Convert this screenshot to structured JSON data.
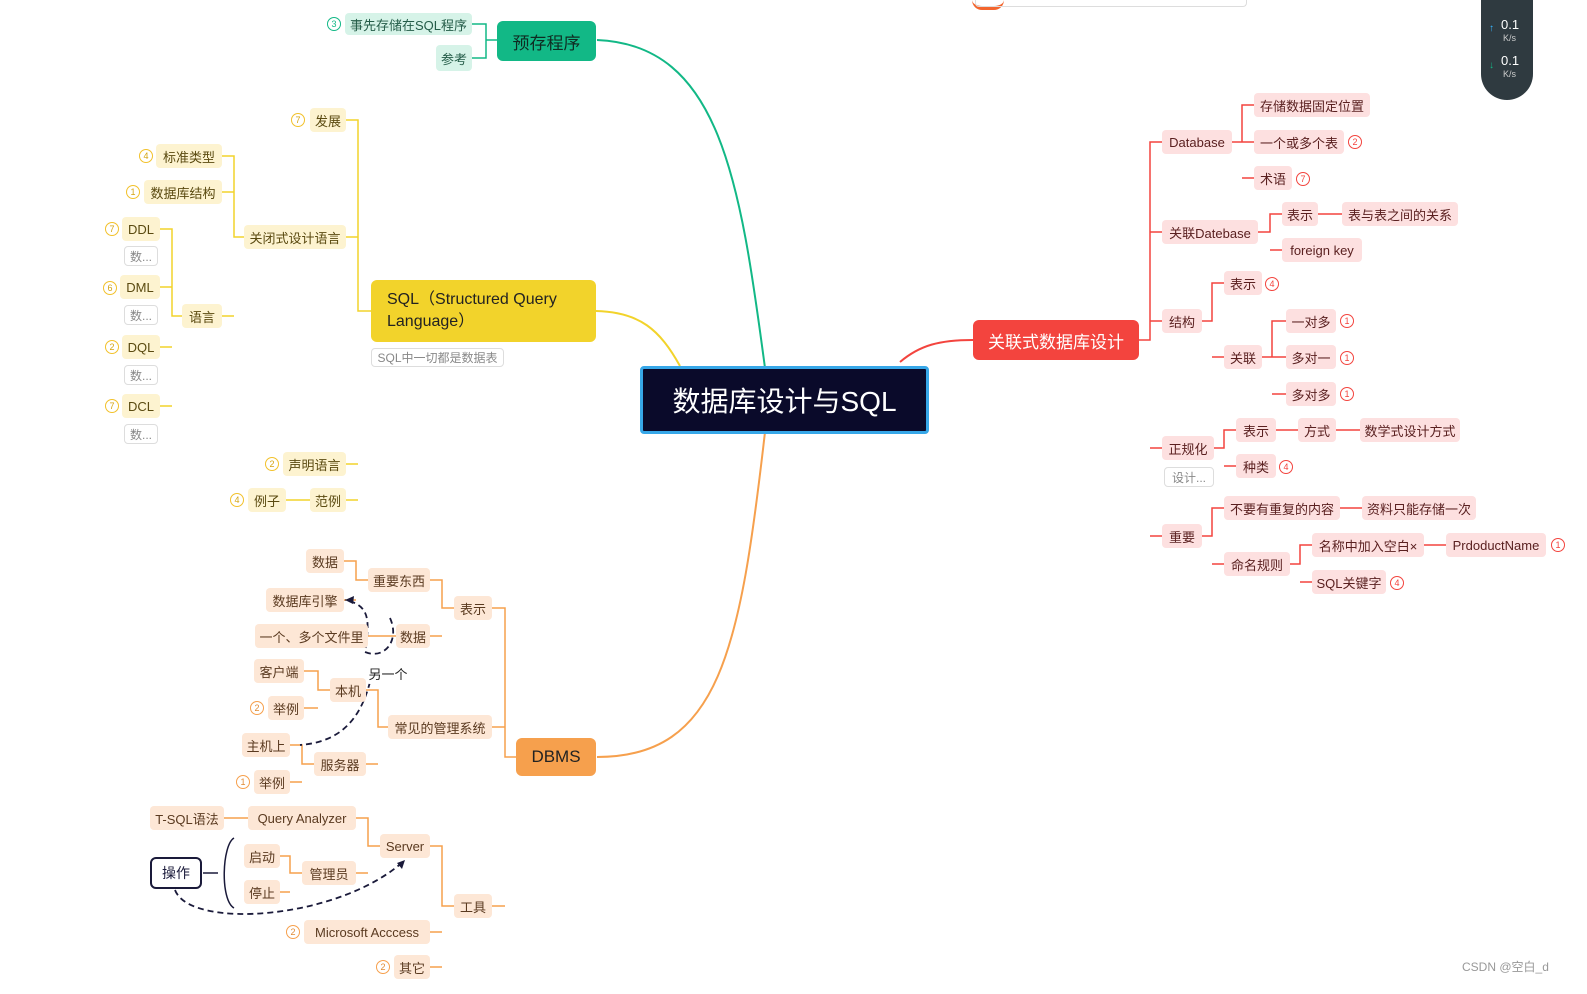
{
  "center": "数据库设计与SQL",
  "branches": {
    "procedure": {
      "label": "预存程序",
      "items": [
        {
          "label": "事先存储在SQL程序",
          "badge": "3"
        },
        {
          "label": "参考"
        }
      ]
    },
    "sql": {
      "label": "SQL（Structured Query Language）",
      "note": "SQL中一切都是数据表",
      "develop": {
        "label": "发展",
        "badge": "7"
      },
      "closed": {
        "label": "关闭式设计语言",
        "standard": {
          "label": "标准类型",
          "badge": "4"
        },
        "structure": {
          "label": "数据库结构",
          "badge": "1"
        },
        "language": {
          "label": "语言",
          "items": [
            {
              "label": "DDL",
              "badge": "7",
              "note": "数..."
            },
            {
              "label": "DML",
              "badge": "6",
              "note": "数..."
            },
            {
              "label": "DQL",
              "badge": "2",
              "note": "数..."
            },
            {
              "label": "DCL",
              "badge": "7",
              "note": "数..."
            }
          ]
        }
      },
      "declare": {
        "label": "声明语言",
        "badge": "2"
      },
      "example": {
        "label": "范例",
        "child": "例子",
        "badge": "4"
      }
    },
    "dbms": {
      "label": "DBMS",
      "represent": {
        "label": "表示",
        "important": {
          "label": "重要东西",
          "children": [
            "数据",
            "数据库引擎"
          ]
        },
        "data": {
          "label": "数据",
          "children": [
            "一个、多个文件里"
          ]
        }
      },
      "common": {
        "label": "常见的管理系统",
        "local": {
          "label": "本机",
          "children": [
            {
              "label": "客户端"
            },
            {
              "label": "举例",
              "badge": "2"
            }
          ]
        },
        "server": {
          "label": "服务器",
          "children": [
            {
              "label": "主机上"
            },
            {
              "label": "举例",
              "badge": "1"
            }
          ]
        }
      },
      "tools": {
        "label": "工具",
        "server": {
          "label": "Server",
          "qa": {
            "label": "Query Analyzer",
            "child": "T-SQL语法"
          },
          "admin": {
            "label": "管理员",
            "children": [
              "启动",
              "停止"
            ]
          }
        },
        "access": {
          "label": "Microsoft  Acccess",
          "badge": "2"
        },
        "other": {
          "label": "其它",
          "badge": "2"
        }
      },
      "another_label": "另一个",
      "operate_label": "操作"
    },
    "relational": {
      "label": "关联式数据库设计",
      "database": {
        "label": "Database",
        "children": [
          {
            "label": "存储数据固定位置"
          },
          {
            "label": "一个或多个表",
            "badge": "2"
          },
          {
            "label": "术语",
            "badge": "7"
          }
        ]
      },
      "rel_db": {
        "label": "关联Datebase",
        "represent": {
          "label": "表示",
          "child": "表与表之间的关系"
        },
        "fk": "foreign key"
      },
      "structure": {
        "label": "结构",
        "represent": {
          "label": "表示",
          "badge": "4"
        },
        "relation": {
          "label": "关联",
          "children": [
            {
              "label": "一对多",
              "badge": "1"
            },
            {
              "label": "多对一",
              "badge": "1"
            },
            {
              "label": "多对多",
              "badge": "1"
            }
          ]
        }
      },
      "normalize": {
        "label": "正规化",
        "note": "设计...",
        "represent": {
          "label": "表示",
          "way": "方式",
          "detail": "数学式设计方式"
        },
        "kinds": {
          "label": "种类",
          "badge": "4"
        }
      },
      "important": {
        "label": "重要",
        "no_dup": {
          "label": "不要有重复的内容",
          "child": "资料只能存储一次"
        },
        "naming": {
          "label": "命名规则",
          "space": {
            "label": "名称中加入空白×",
            "child": "PrdoductName",
            "badge": "1"
          },
          "keyword": {
            "label": "SQL关键字",
            "badge": "4"
          }
        }
      }
    }
  },
  "speed": {
    "up": "0.1",
    "up_unit": "K/s",
    "down": "0.1",
    "down_unit": "K/s"
  },
  "watermark": "CSDN @空白_d",
  "colors": {
    "green": "#12b886",
    "yellow": "#f2d32b",
    "orange": "#f6a04d",
    "red": "#f3443e",
    "center": "#0a0a2a"
  }
}
